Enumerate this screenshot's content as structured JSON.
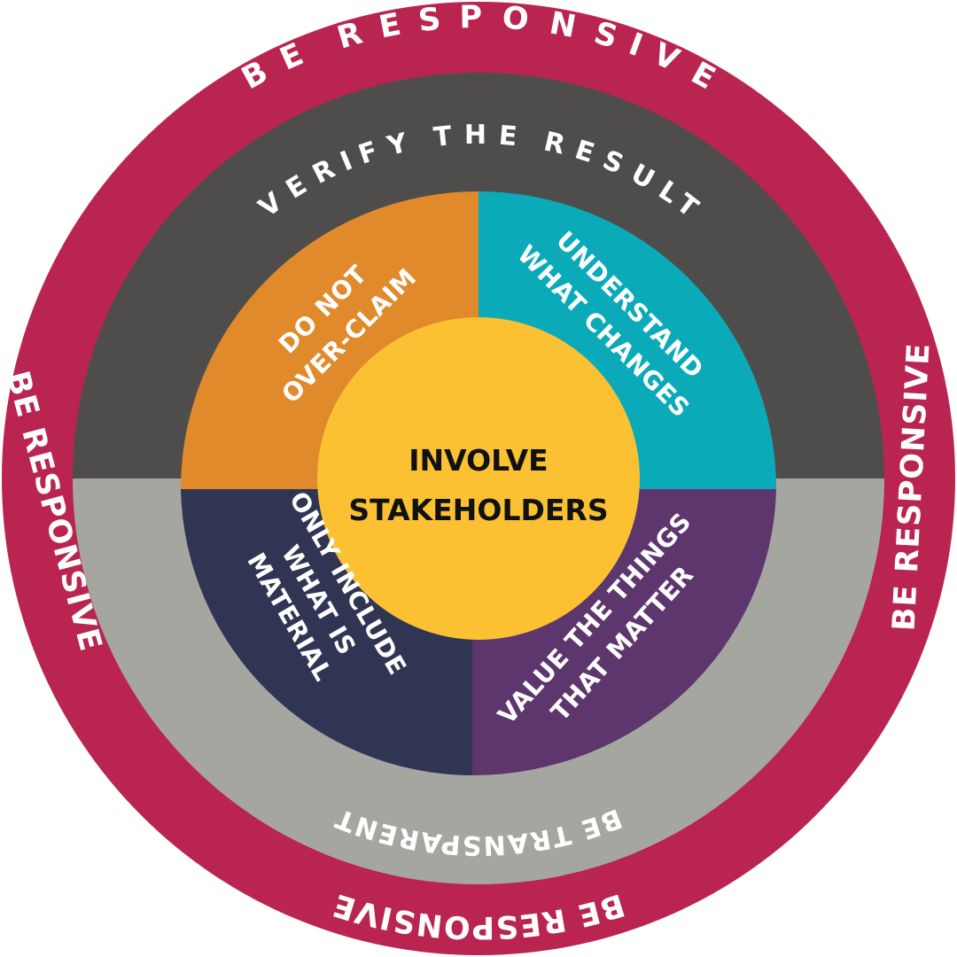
{
  "colors": {
    "outer_ring": "#B92550",
    "top_ring": "#4F4D4B",
    "bottom_ring": "#A6A6A0",
    "quad_top_left": "#E08A2C",
    "quad_top_right": "#0AAAB9",
    "quad_bottom_left": "#2F3553",
    "quad_bottom_right": "#5E366E",
    "center": "#FBC133",
    "label_text": "#FFFFFF",
    "center_text": "#111111"
  },
  "outer_ring": {
    "top_label": "BE RESPONSIVE",
    "bottom_label": "BE RESPONSIVE",
    "left_label": "BE RESPONSIVE",
    "right_label": "BE RESPONSIVE"
  },
  "middle_ring": {
    "top_label": "VERIFY THE RESULT",
    "bottom_label": "BE TRANSPARENT"
  },
  "quadrants": {
    "top_left": {
      "line1": "DO NOT",
      "line2": "OVER-CLAIM"
    },
    "top_right": {
      "line1": "UNDERSTAND",
      "line2": "WHAT CHANGES"
    },
    "bottom_left": {
      "line1": "ONLY INCLUDE",
      "line2": "WHAT IS",
      "line3": "MATERIAL"
    },
    "bottom_right": {
      "line1": "VALUE THE THINGS",
      "line2": "THAT MATTER"
    }
  },
  "center": {
    "line1": "INVOLVE",
    "line2": "STAKEHOLDERS"
  }
}
